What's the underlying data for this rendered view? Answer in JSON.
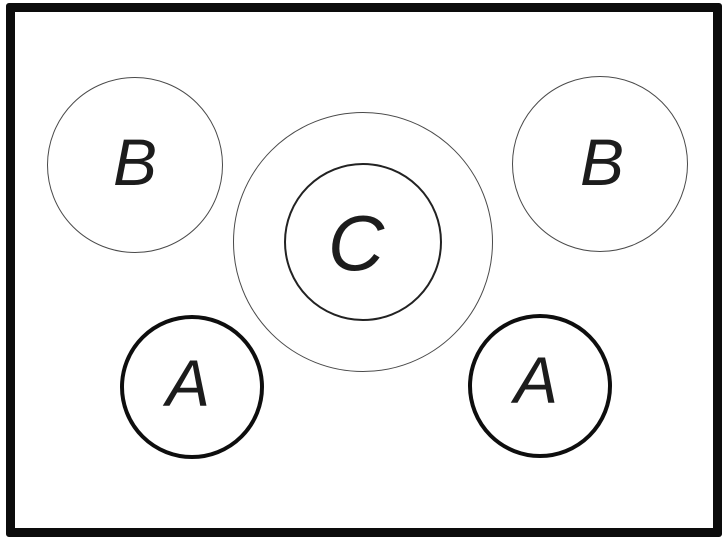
{
  "figure": {
    "type": "labeled-circles-diagram",
    "background_color": "#ffffff",
    "frame_color": "#0c0c0c",
    "thin_stroke_color": "#4a4a4a",
    "medium_stroke_color": "#222222",
    "thick_stroke_color": "#0e0e0e",
    "label_color": "#1c1c1c",
    "circles": [
      {
        "id": "top-left",
        "label": "B",
        "stroke": "thin"
      },
      {
        "id": "top-right",
        "label": "B",
        "stroke": "thin"
      },
      {
        "id": "center-outer",
        "label": "",
        "stroke": "thin"
      },
      {
        "id": "center-inner",
        "label": "C",
        "stroke": "medium"
      },
      {
        "id": "bottom-left",
        "label": "A",
        "stroke": "thick"
      },
      {
        "id": "bottom-right",
        "label": "A",
        "stroke": "thick"
      }
    ]
  }
}
